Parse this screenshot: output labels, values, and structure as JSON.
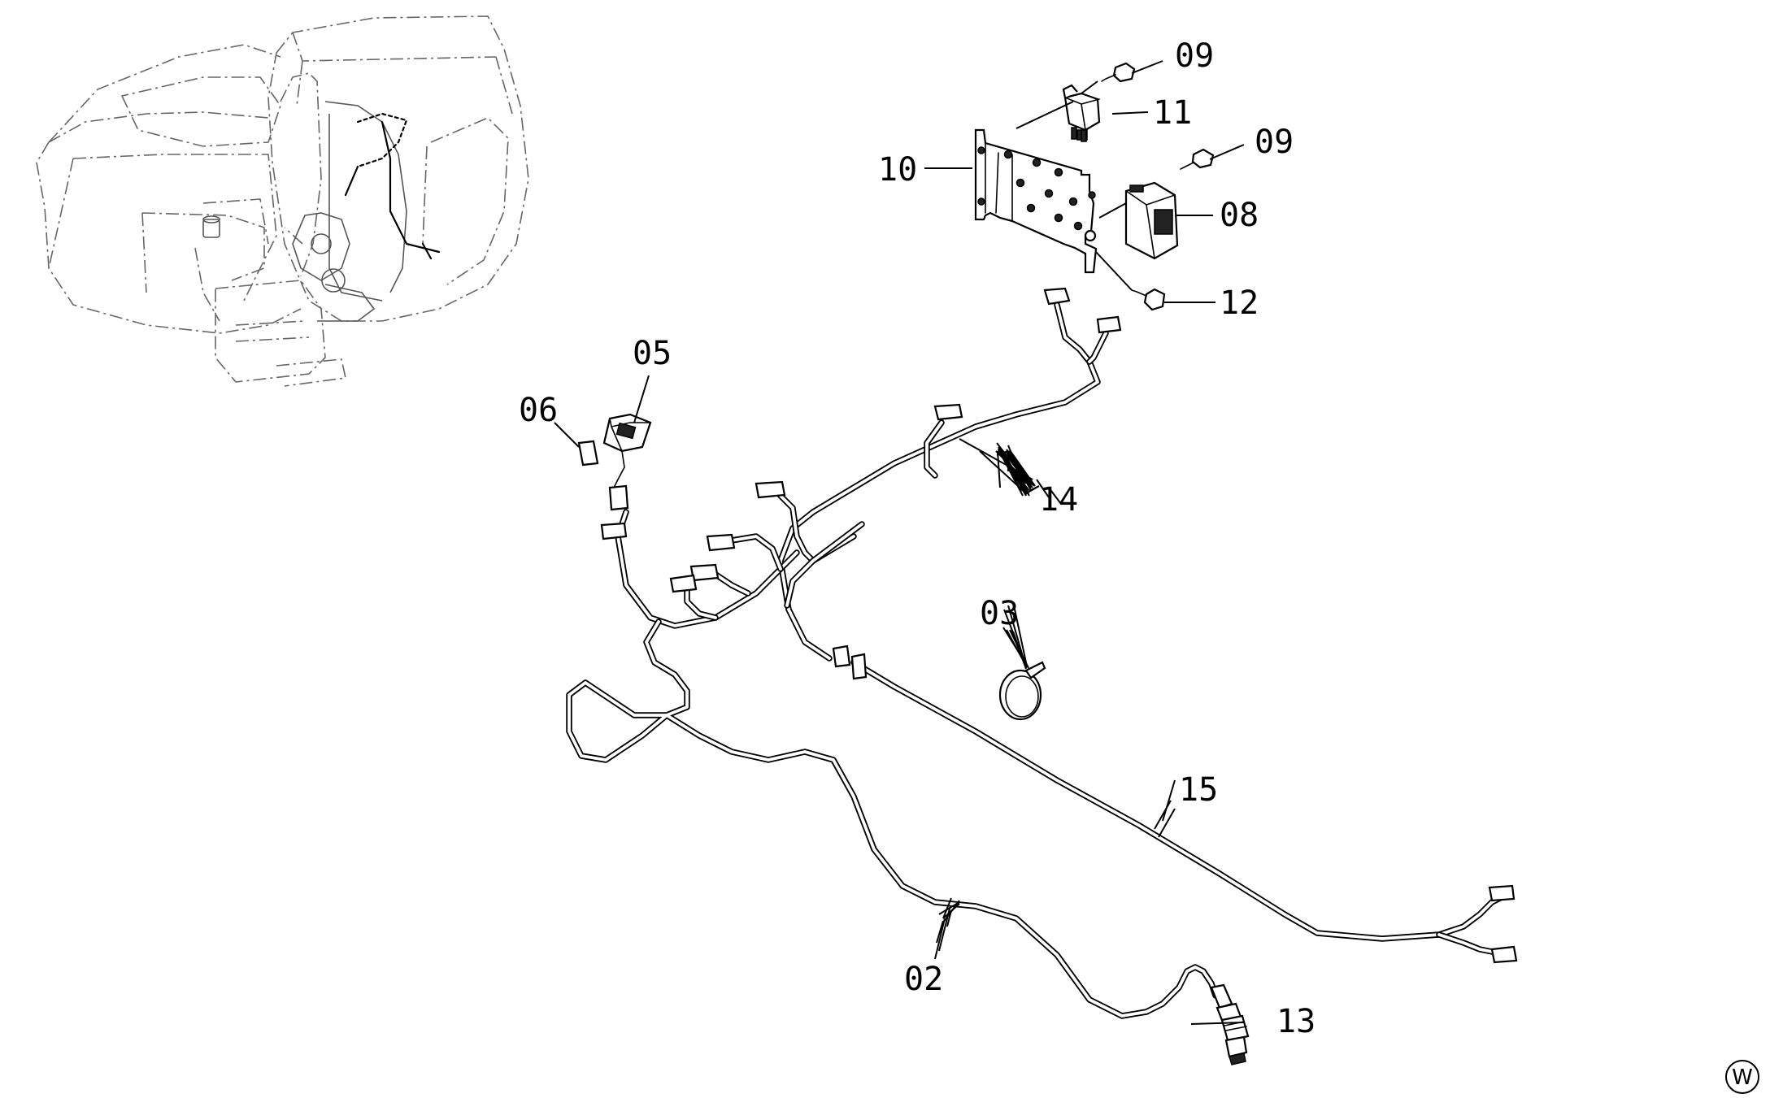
{
  "labels": {
    "p02": "02",
    "p03": "03",
    "p05": "05",
    "p06": "06",
    "p08": "08",
    "p09a": "09",
    "p09b": "09",
    "p10": "10",
    "p11": "11",
    "p12": "12",
    "p13": "13",
    "p14": "14",
    "p15": "15"
  },
  "corner_mark": "W"
}
